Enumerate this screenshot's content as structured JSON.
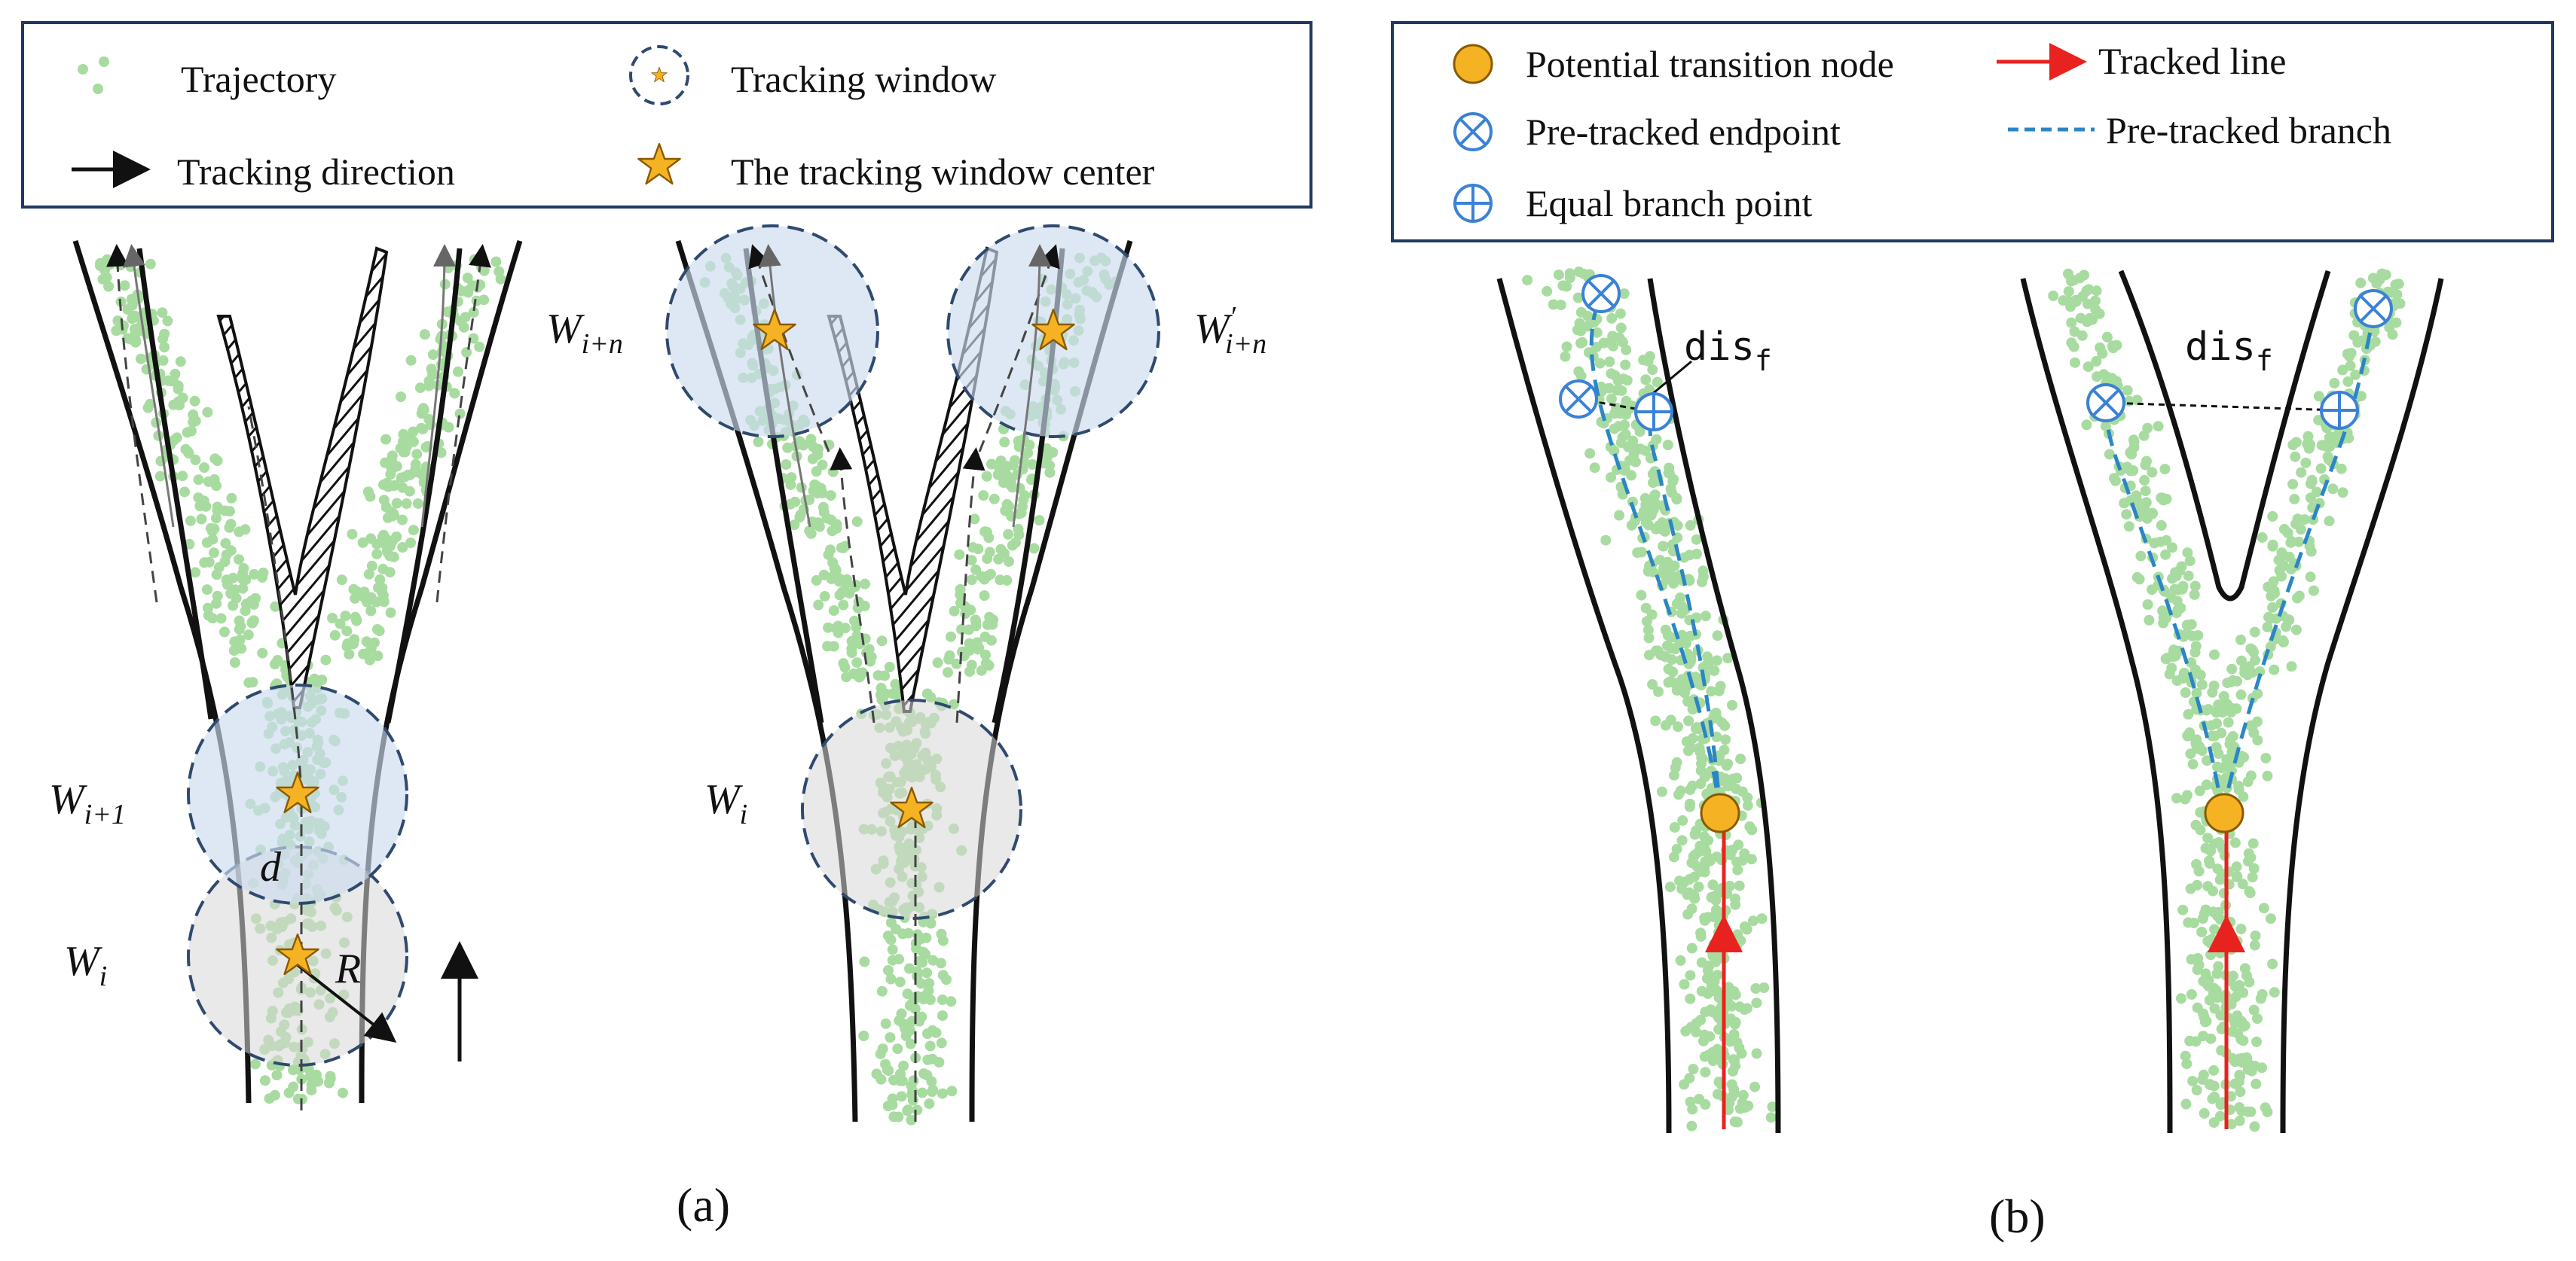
{
  "legend_a": {
    "trajectory": "Trajectory",
    "tracking_direction": "Tracking direction",
    "tracking_window": "Tracking window",
    "window_center": "The tracking window center"
  },
  "legend_b": {
    "transition_node": "Potential transition node",
    "pre_tracked_endpoint": "Pre-tracked endpoint",
    "equal_branch_point": "Equal branch point",
    "tracked_line": "Tracked line",
    "pre_tracked_branch": "Pre-tracked branch"
  },
  "labels_a": {
    "W": "W",
    "sub_i": "i",
    "sub_i_plus_1": "i+1",
    "sub_i_plus_n": "i+n",
    "prime": "′",
    "d": "d",
    "R": "R"
  },
  "labels_b": {
    "dis": "dis",
    "dis_sub": "f"
  },
  "captions": {
    "a": "(a)",
    "b": "(b)"
  },
  "colors": {
    "point_green": "#a8dba0",
    "window_blue": "#dfe8f5",
    "window_grey": "#e6e6e6",
    "window_border": "#2f4a6e",
    "star": "#f5b324",
    "node": "#f5b324",
    "tracked_red": "#e8231f",
    "branch_blue": "#2b86c5",
    "marker_blue": "#3b82d6"
  },
  "icons": [
    "trajectory-dots-icon",
    "arrow-icon",
    "window-circle-icon",
    "star-icon",
    "node-circle-icon",
    "otimes-icon",
    "oplus-icon"
  ]
}
